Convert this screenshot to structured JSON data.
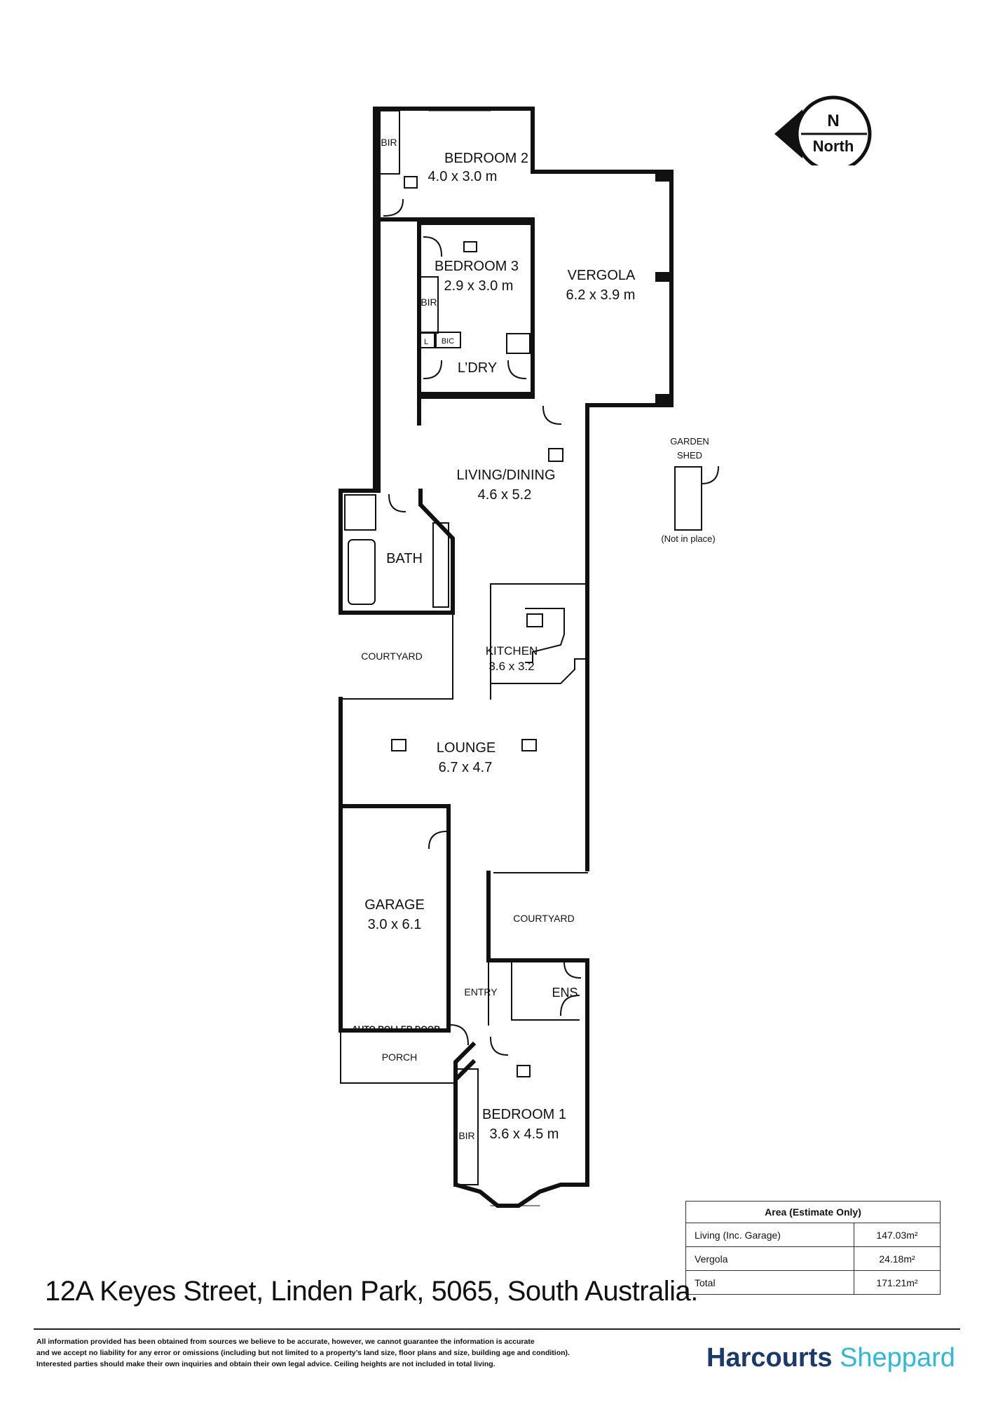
{
  "compass": {
    "letter": "N",
    "label": "North",
    "icon": "north-arrow-icon"
  },
  "rooms": {
    "bedroom2": {
      "name": "BEDROOM 2",
      "dims": "4.0 x 3.0 m"
    },
    "bedroom3": {
      "name": "BEDROOM 3",
      "dims": "2.9 x 3.0 m"
    },
    "vergola": {
      "name": "VERGOLA",
      "dims": "6.2 x 3.9 m"
    },
    "laundry": {
      "name": "L’DRY"
    },
    "living": {
      "name": "LIVING/DINING",
      "dims": "4.6 x 5.2"
    },
    "bath": {
      "name": "BATH"
    },
    "kitchen": {
      "name": "KITCHEN",
      "dims": "3.6 x 3.2"
    },
    "courtyard1": {
      "name": "COURTYARD"
    },
    "lounge": {
      "name": "LOUNGE",
      "dims": "6.7 x 4.7"
    },
    "garage": {
      "name": "GARAGE",
      "dims": "3.0 x 6.1"
    },
    "courtyard2": {
      "name": "COURTYARD"
    },
    "entry": {
      "name": "ENTRY"
    },
    "ensuite": {
      "name": "ENS"
    },
    "porch": {
      "name": "PORCH"
    },
    "bedroom1": {
      "name": "BEDROOM 1",
      "dims": "3.6 x 4.5 m"
    }
  },
  "labels": {
    "bir_top": "BIR",
    "bir_bed3": "BIR",
    "bir_bed1": "BIR",
    "linen": "L",
    "bic": "BIC",
    "auto_roller_door": "AUTO ROLLER DOOR",
    "garden_shed_line1": "GARDEN",
    "garden_shed_line2": "SHED",
    "not_in_place": "(Not in place)"
  },
  "area_table": {
    "header": "Area (Estimate Only)",
    "rows": [
      {
        "label": "Living (Inc. Garage)",
        "value": "147.03m²"
      },
      {
        "label": "Vergola",
        "value": "24.18m²"
      },
      {
        "label": "Total",
        "value": "171.21m²"
      }
    ]
  },
  "address": "12A Keyes Street, Linden Park, 5065, South Australia.",
  "disclaimer": [
    "All information provided has been obtained from sources we believe to be accurate, however, we cannot guarantee the information is accurate",
    "and we accept no liability for any error or omissions (including but not limited to a property’s land size, floor plans and size, building age and condition).",
    "Interested parties should make their own inquiries and obtain their own legal advice. Ceiling heights are not included in total living."
  ],
  "brand": {
    "name": "Harcourts",
    "office": "Sheppard"
  }
}
